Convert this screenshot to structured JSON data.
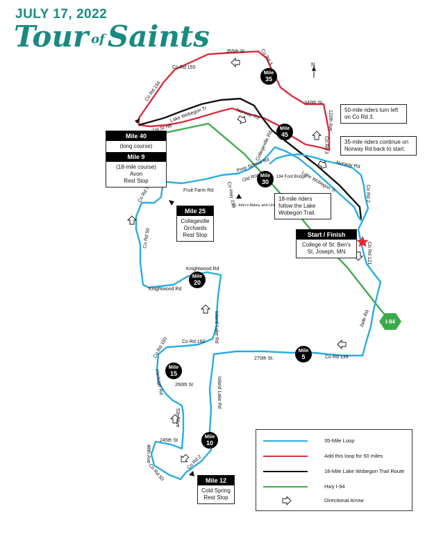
{
  "header": {
    "date": "JULY 17, 2022",
    "title_part1": "Tour",
    "title_of": "of",
    "title_part2": "Saints"
  },
  "colors": {
    "loop35": "#29abe2",
    "loop50": "#d72e3d",
    "trail18": "#111111",
    "hwy": "#3daa4a",
    "title": "#1a8a80",
    "start_star": "#e0282e"
  },
  "roads": {
    "r355th": "355th St",
    "cr3_top": "Co Rd 3",
    "cr155": "Co Rd 155",
    "cr156": "Co Rd 156",
    "lwt_top": "Lake Wobegon Tr",
    "norway1": "Norway Rd",
    "st340": "340th St",
    "ave122": "122th Ave",
    "st1st": "1st St NE",
    "collegeville": "Collegeville Rd",
    "cr3_mid": "Co Rd 3",
    "norway2": "Norway Rd",
    "prep": "Prep School Rd",
    "hwy159": "Co Hwy 159",
    "oldroad": "Old Road",
    "fordbridge": "194 Ford Bridge",
    "lwt_mid": "Lake Wobegon Tr",
    "fruitfarm": "Fruit Farm Rd",
    "cr50_top": "Co Rd 50",
    "stjohns": "St. John's Abbey and University",
    "cr2": "Co Rd 2",
    "cr50_mid": "Co Rd 50",
    "cr121": "Co Rd 121",
    "knight1": "Knightwood Rd",
    "knight2": "Knightwood Rd",
    "island1": "Island Lake Rd",
    "jade": "Jade Rd",
    "cr160": "Co Rd 160",
    "st270": "270th St.",
    "cr139": "Co Rd 139",
    "heritage": "Heritage Rd",
    "st260": "260th St",
    "island2": "Island Lake Rd",
    "ave53": "53rd Ave",
    "st245": "245th St",
    "ave48": "48th Ave",
    "cr50_bot": "Co Rd 50",
    "cr2_bot": "Co Rd 2"
  },
  "mile_markers": [
    {
      "word": "Mile",
      "num": "35"
    },
    {
      "word": "Mile",
      "num": "45"
    },
    {
      "word": "Mile",
      "num": "30"
    },
    {
      "word": "Mile",
      "num": "20"
    },
    {
      "word": "Mile",
      "num": "5"
    },
    {
      "word": "Mile",
      "num": "15"
    },
    {
      "word": "Mile",
      "num": "10"
    }
  ],
  "hwy_shield": "I-94",
  "compass": "N",
  "boxes": {
    "mile40": {
      "header": "Mile 40",
      "line1": "(long course)"
    },
    "mile9": {
      "header": "Mile 9",
      "line1": "(18-mile course)",
      "line2": "Avon",
      "line3": "Rest Stop"
    },
    "mile25": {
      "header": "Mile 25",
      "line1": "Collegeville",
      "line2": "Orchards",
      "line3": "Rest Stop"
    },
    "start": {
      "header": "Start / Finish",
      "line1": "College of St. Ben's",
      "line2": "St. Joseph, MN"
    },
    "mile12": {
      "header": "Mile 12",
      "line1": "Cold Spring",
      "line2": "Rest Stop"
    }
  },
  "notes": {
    "note50": "50-mile riders turn left on Co Rd 3.",
    "note35": "35-mile riders continue on Norway Rd back to start.",
    "note18": "18-mile riders follow the Lake Wobegon Trail."
  },
  "legend": [
    {
      "label": "35-Mile Loop",
      "kind": "loop35"
    },
    {
      "label": "Add this loop for 50 miles",
      "kind": "loop50"
    },
    {
      "label": "18-Mile Lake Wobegon Trail Route",
      "kind": "trail18"
    },
    {
      "label": "Hwy I-94",
      "kind": "hwy"
    },
    {
      "label": "Directional Arrow",
      "kind": "arrow"
    }
  ]
}
